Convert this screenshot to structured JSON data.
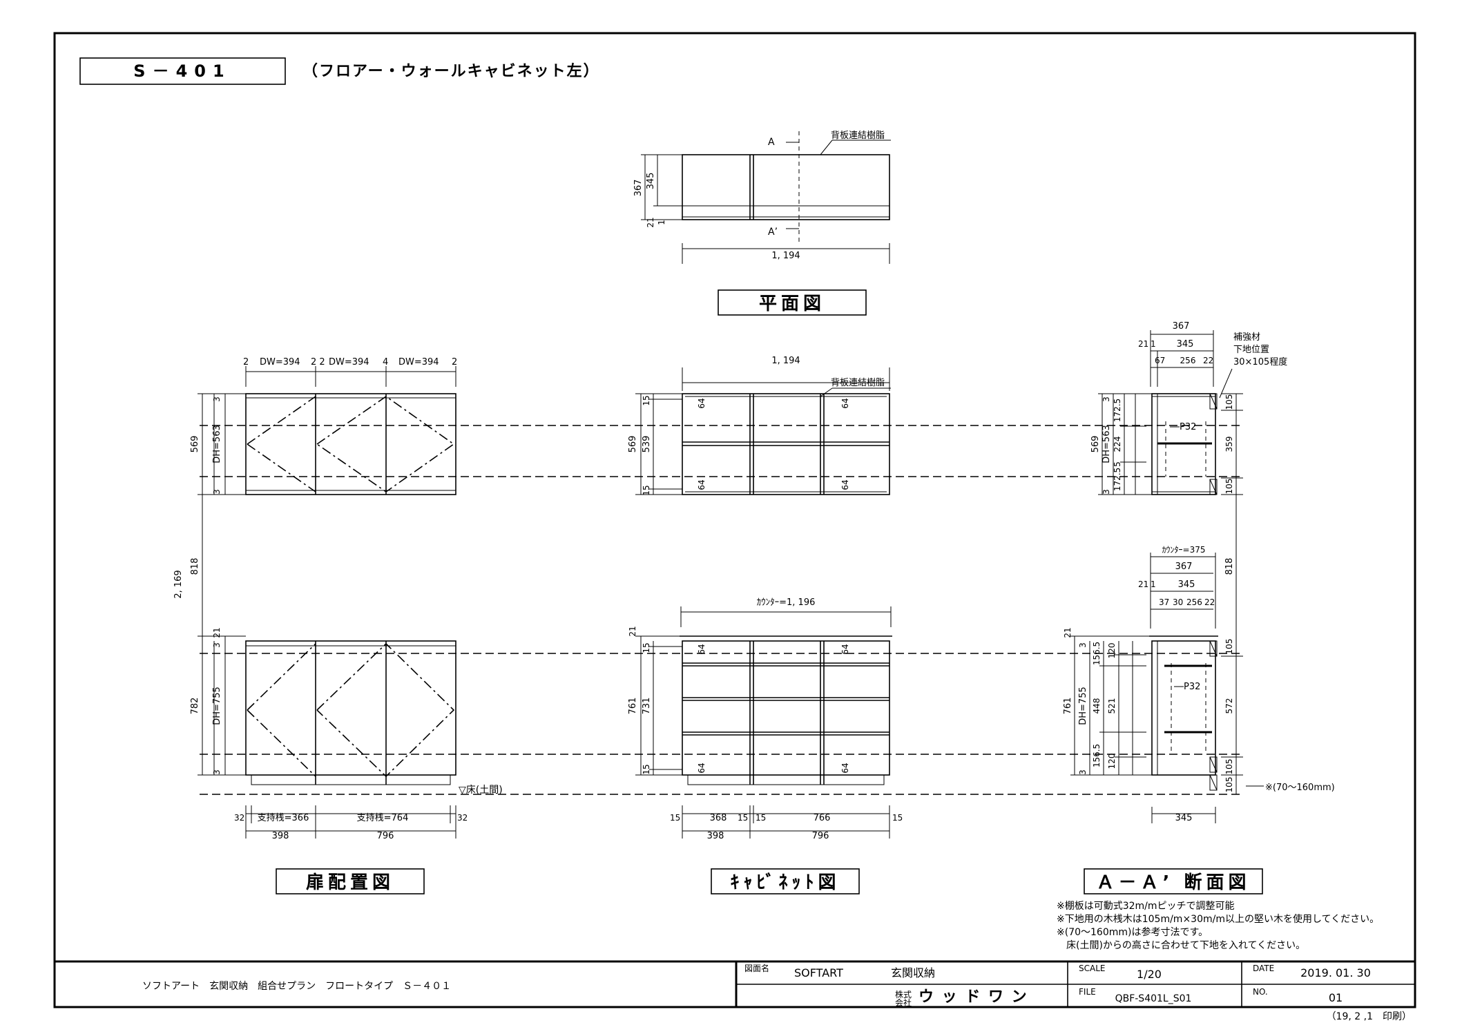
{
  "header": {
    "model_code": "S－401",
    "model_desc": "（フロアー・ウォールキャビネット左）"
  },
  "views": {
    "plan": "平面図",
    "door": "扉配置図",
    "cabinet": "ｷｬﾋﾞﾈｯﾄ図",
    "section": "Ａ－Ａ’ 断面図"
  },
  "plan_view": {
    "label_a": "A",
    "label_a2": "A’",
    "back_panel_note": "背板連結樹脂",
    "dim_depth_total": "367",
    "dim_depth_inner": "345",
    "dim_back1": "21",
    "dim_back2": "1",
    "dim_width": "1, 194"
  },
  "door_view": {
    "dim_top_2a": "2",
    "dim_dw1": "DW=394",
    "dim_top_22": "2 2",
    "dim_dw2": "DW=394",
    "dim_top_4": "4",
    "dim_dw3": "DW=394",
    "dim_top_2b": "2",
    "upper_total": "569",
    "upper_dh": "DH=563",
    "dim_3": "3",
    "overall": "2, 169",
    "gap": "818",
    "lower_total": "782",
    "lower_dh": "DH=755",
    "dim_21": "21",
    "floor_label": "▽床(土間)",
    "dim_32": "32",
    "support1": "支持桟=366",
    "support2": "支持桟=764",
    "base1": "398",
    "base2": "796"
  },
  "cabinet_view": {
    "width": "1, 194",
    "back_panel_note": "背板連結樹脂",
    "dim_15": "15",
    "upper_total": "569",
    "upper_inner": "539",
    "dim_64": "64",
    "counter": "ｶｳﾝﾀｰ=1, 196",
    "dim_21": "21",
    "lower_total": "761",
    "lower_inner": "731",
    "base_368": "368",
    "base_766": "766",
    "base1": "398",
    "base2": "796"
  },
  "section_view": {
    "top_367": "367",
    "top_21": "21",
    "top_1": "1",
    "top_345": "345",
    "top_67": "67",
    "top_256": "256",
    "top_22": "22",
    "reinforce_1": "補強材",
    "reinforce_2": "下地位置",
    "reinforce_3": "30×105程度",
    "u_569": "569",
    "u_dh": "DH=563",
    "u_1725a": "172.5",
    "u_224": "224",
    "u_5": "5",
    "u_1725b": "172.5",
    "p32": "P32",
    "r_105a": "105",
    "r_359": "359",
    "r_105b": "105",
    "gap_818": "818",
    "counter": "ｶｳﾝﾀｰ=375",
    "m_367": "367",
    "m_21": "21",
    "m_1": "1",
    "m_345": "345",
    "m_37": "37",
    "m_30": "30",
    "m_256": "256",
    "m_22": "22",
    "l_761": "761",
    "l_dh": "DH=755",
    "l_1565a": "156.5",
    "l_448": "448",
    "l_1565b": "156.5",
    "l_120a": "120",
    "l_521": "521",
    "l_120b": "120",
    "l_105a": "105",
    "l_572": "572",
    "l_105b": "105",
    "l_105c": "105",
    "range": "※(70～160mm)",
    "bottom_345": "345"
  },
  "notes": [
    "※棚板は可動式32m/mピッチで調整可能",
    "※下地用の木桟木は105m/m×30m/m以上の堅い木を使用してください。",
    "※(70～160mm)は参考寸法です。",
    "　床(土間)からの高さに合わせて下地を入れてください。"
  ],
  "title_block": {
    "description": "ソフトアート　玄関収納　組合せプラン　フロートタイプ　Ｓ－４０１",
    "drawing_name_label": "図面名",
    "drawing_name_1": "SOFTART",
    "drawing_name_2": "玄関収納",
    "company_label": "株式\n会社",
    "company": "ウ ッ ド ワ ン",
    "scale_label": "SCALE",
    "scale": "1/20",
    "date_label": "DATE",
    "date": "2019. 01. 30",
    "file_label": "FILE",
    "file": "QBF-S401L_S01",
    "no_label": "NO.",
    "no": "01",
    "printed": "（19, 2 ,1　印刷）"
  }
}
